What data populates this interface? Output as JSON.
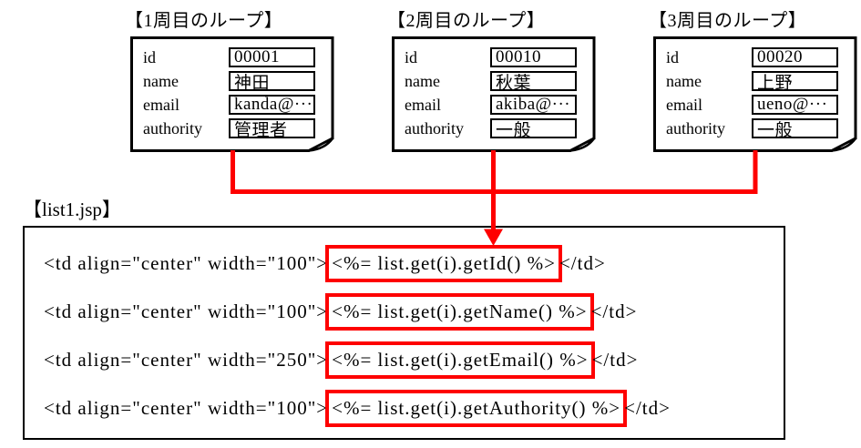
{
  "diagram_title": "JSP loop iterations writing record fields into list1.jsp",
  "loops": [
    {
      "title": "【1周目のループ】",
      "fields": [
        {
          "label": "id",
          "value": "00001"
        },
        {
          "label": "name",
          "value": "神田"
        },
        {
          "label": "email",
          "value": "kanda@···"
        },
        {
          "label": "authority",
          "value": "管理者"
        }
      ]
    },
    {
      "title": "【2周目のループ】",
      "fields": [
        {
          "label": "id",
          "value": "00010"
        },
        {
          "label": "name",
          "value": "秋葉"
        },
        {
          "label": "email",
          "value": "akiba@···"
        },
        {
          "label": "authority",
          "value": "一般"
        }
      ]
    },
    {
      "title": "【3周目のループ】",
      "fields": [
        {
          "label": "id",
          "value": "00020"
        },
        {
          "label": "name",
          "value": "上野"
        },
        {
          "label": "email",
          "value": "ueno@···"
        },
        {
          "label": "authority",
          "value": "一般"
        }
      ]
    }
  ],
  "jsp": {
    "file_label": "【list1.jsp】",
    "lines": [
      {
        "prefix": "<td align=\"center\" width=\"100\">",
        "highlight": "<%= list.get(i).getId() %>",
        "suffix": "</td>"
      },
      {
        "prefix": "<td align=\"center\" width=\"100\">",
        "highlight": "<%= list.get(i).getName() %>",
        "suffix": "</td>"
      },
      {
        "prefix": "<td align=\"center\" width=\"250\">",
        "highlight": "<%= list.get(i).getEmail() %>",
        "suffix": "</td>"
      },
      {
        "prefix": "<td align=\"center\" width=\"100\">",
        "highlight": "<%= list.get(i).getAuthority() %>",
        "suffix": "</td>"
      }
    ]
  },
  "colors": {
    "accent_red": "#fe0000",
    "ink": "#000000",
    "background": "#ffffff"
  },
  "icons": {
    "page_fold": "folded page corner",
    "arrow": "downward merge arrow"
  }
}
